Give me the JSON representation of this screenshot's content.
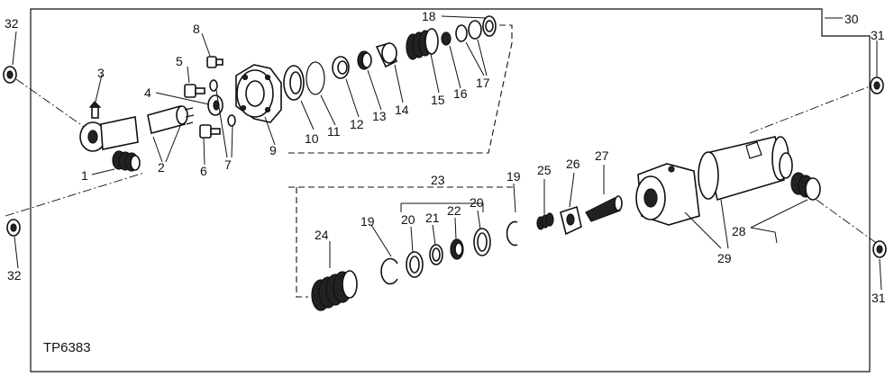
{
  "figure_id": "TP6383",
  "callouts": {
    "c1": "1",
    "c2": "2",
    "c3": "3",
    "c4": "4",
    "c5": "5",
    "c6": "6",
    "c7": "7",
    "c8": "8",
    "c9": "9",
    "c10": "10",
    "c11": "11",
    "c12": "12",
    "c13": "13",
    "c14": "14",
    "c15": "15",
    "c16": "16",
    "c17": "17",
    "c18": "18",
    "c19a": "19",
    "c19b": "19",
    "c20a": "20",
    "c20b": "20",
    "c21": "21",
    "c22": "22",
    "c23": "23",
    "c24": "24",
    "c25": "25",
    "c26": "26",
    "c27": "27",
    "c28": "28",
    "c29": "29",
    "c30": "30",
    "c31a": "31",
    "c31b": "31",
    "c32a": "32",
    "c32b": "32"
  }
}
